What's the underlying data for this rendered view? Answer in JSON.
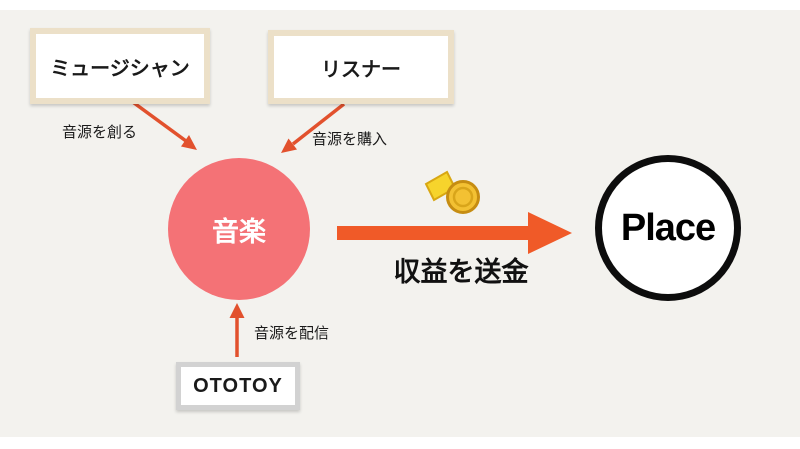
{
  "diagram": {
    "nodes": {
      "musician": {
        "label": "ミュージシャン"
      },
      "listener": {
        "label": "リスナー"
      },
      "music": {
        "label": "音楽"
      },
      "ototoy": {
        "label": "OTOTOY"
      },
      "place": {
        "label": "Place"
      }
    },
    "edges": {
      "create": {
        "label": "音源を創る"
      },
      "purchase": {
        "label": "音源を購入"
      },
      "distribute": {
        "label": "音源を配信"
      },
      "remit": {
        "label": "収益を送金"
      }
    },
    "colors": {
      "background": "#f3f2ee",
      "music_circle": "#f47276",
      "thin_arrow": "#e2512d",
      "big_arrow": "#f05a28",
      "box_border_tan": "#ece0c8",
      "box_border_gray": "#d2d2d2",
      "place_border": "#0d0d0d",
      "coin_gold": "#f3c133",
      "coin_edge": "#c68d12",
      "coin_banner": "#f6d42c",
      "coin_banner_edge": "#d8a713"
    }
  }
}
